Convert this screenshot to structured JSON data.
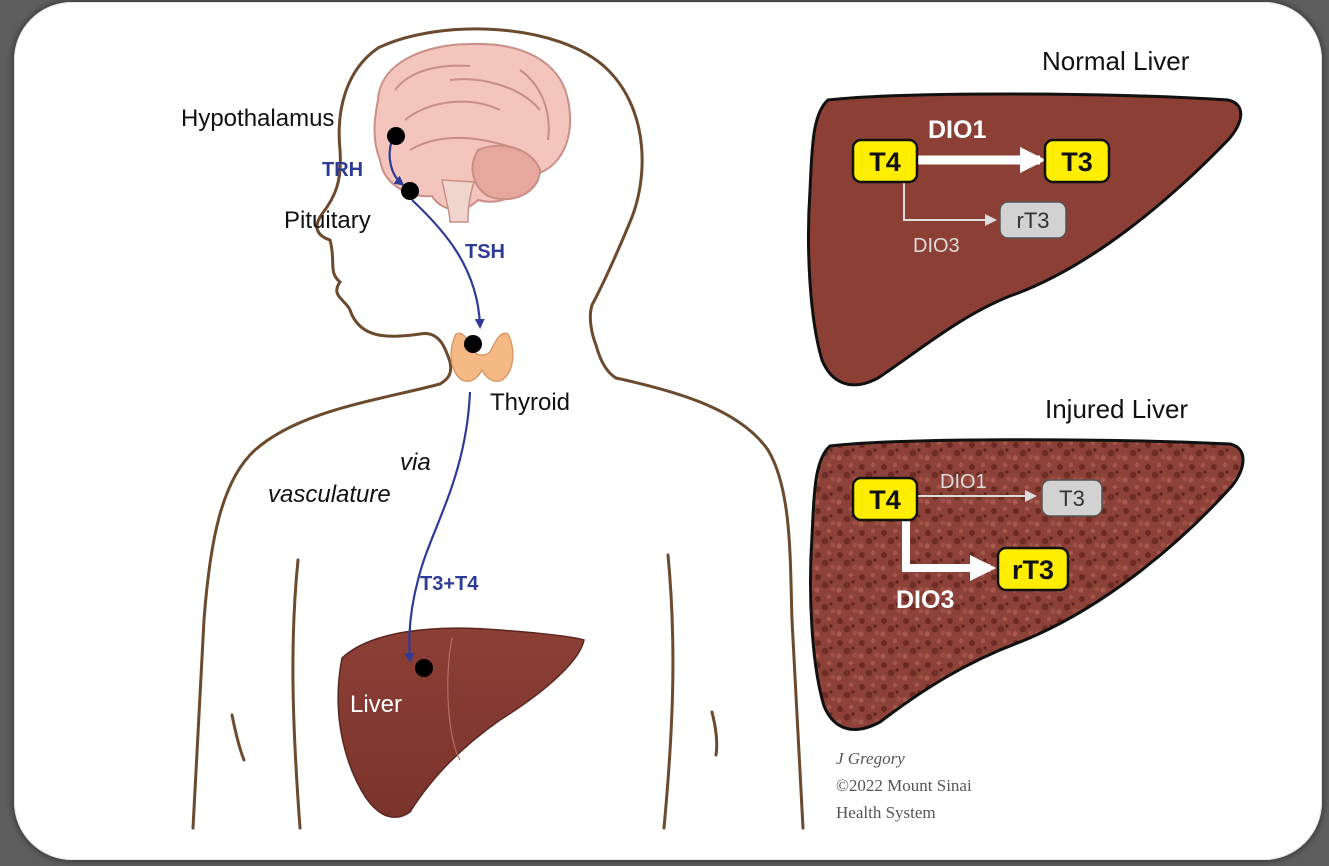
{
  "colors": {
    "liver": "#8c3f35",
    "liver_dark": "#6e2c24",
    "arrow_blue": "#2e3b96",
    "yellow_box": "#ffee00",
    "gray_box": "#d2d2d2",
    "outline": "#6b4a2e"
  },
  "body_diagram": {
    "hypothalamus_label": "Hypothalamus",
    "pituitary_label": "Pituitary",
    "thyroid_label": "Thyroid",
    "liver_label": "Liver",
    "trh_label": "TRH",
    "tsh_label": "TSH",
    "via_label": "via",
    "vasculature_label": "vasculature",
    "t3t4_label": "T3+T4"
  },
  "normal_liver": {
    "title": "Normal Liver",
    "t4": "T4",
    "t3": "T3",
    "rt3": "rT3",
    "dio1": "DIO1",
    "dio3": "DIO3"
  },
  "injured_liver": {
    "title": "Injured Liver",
    "t4": "T4",
    "t3": "T3",
    "rt3": "rT3",
    "dio1": "DIO1",
    "dio3": "DIO3"
  },
  "credit": {
    "line1": "J Gregory",
    "line2": "©2022 Mount Sinai",
    "line3": "Health System"
  }
}
